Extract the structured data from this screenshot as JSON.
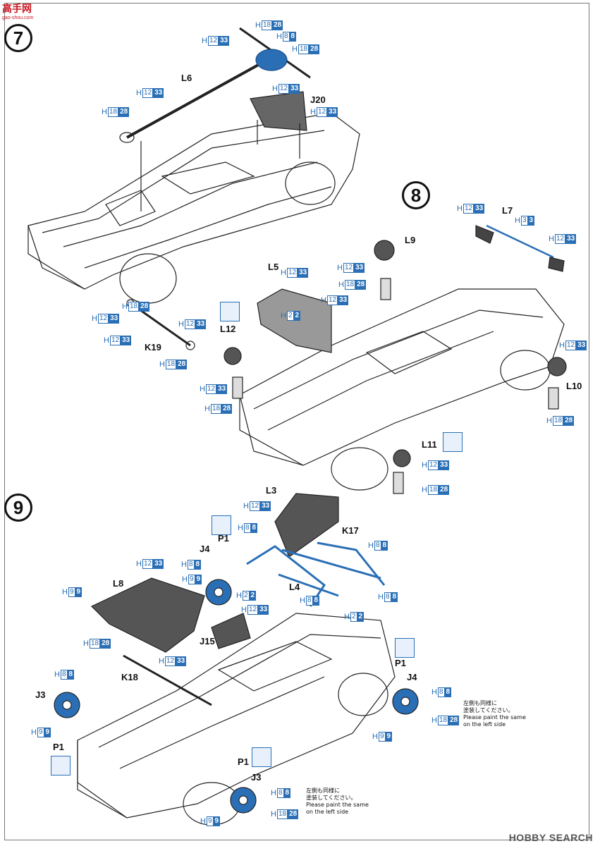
{
  "watermark": {
    "logo_text": "高手网",
    "logo_sub": "gao-shou.com",
    "hobby_search": "HOBBY SEARCH"
  },
  "steps": {
    "s7": "7",
    "s8": "8",
    "s9": "9"
  },
  "parts": {
    "L6": "L6",
    "J20": "J20",
    "K19": "K19",
    "L7": "L7",
    "L9": "L9",
    "L5": "L5",
    "L12": "L12",
    "L10": "L10",
    "L11": "L11",
    "L3": "L3",
    "K17": "K17",
    "J4a": "J4",
    "P1a": "P1",
    "L8": "L8",
    "L4": "L4",
    "J15": "J15",
    "K18": "K18",
    "J3a": "J3",
    "P1b": "P1",
    "P1c": "P1",
    "J4b": "J4",
    "P1d": "P1",
    "J3b": "J3"
  },
  "paint_codes": [
    {
      "h": "H",
      "a": "18",
      "b": "28"
    },
    {
      "h": "H",
      "a": "12",
      "b": "33"
    },
    {
      "h": "H",
      "a": "8",
      "b": "8"
    },
    {
      "h": "H",
      "a": "18",
      "b": "28"
    },
    {
      "h": "H",
      "a": "12",
      "b": "33"
    },
    {
      "h": "H",
      "a": "12",
      "b": "33"
    },
    {
      "h": "H",
      "a": "18",
      "b": "28"
    },
    {
      "h": "H",
      "a": "12",
      "b": "33"
    },
    {
      "h": "H",
      "a": "18",
      "b": "28"
    },
    {
      "h": "H",
      "a": "12",
      "b": "33"
    },
    {
      "h": "H",
      "a": "12",
      "b": "33"
    },
    {
      "h": "H",
      "a": "12",
      "b": "33"
    },
    {
      "h": "H",
      "a": "18",
      "b": "28"
    },
    {
      "h": "H",
      "a": "12",
      "b": "33"
    },
    {
      "h": "H",
      "a": "3",
      "b": "3"
    },
    {
      "h": "H",
      "a": "12",
      "b": "33"
    },
    {
      "h": "H",
      "a": "12",
      "b": "33"
    },
    {
      "h": "H",
      "a": "18",
      "b": "28"
    },
    {
      "h": "H",
      "a": "12",
      "b": "33"
    },
    {
      "h": "H",
      "a": "2",
      "b": "2"
    },
    {
      "h": "H",
      "a": "12",
      "b": "33"
    },
    {
      "h": "H",
      "a": "12",
      "b": "33"
    },
    {
      "h": "H",
      "a": "18",
      "b": "28"
    },
    {
      "h": "H",
      "a": "12",
      "b": "33"
    },
    {
      "h": "H",
      "a": "18",
      "b": "28"
    },
    {
      "h": "H",
      "a": "12",
      "b": "33"
    },
    {
      "h": "H",
      "a": "18",
      "b": "28"
    },
    {
      "h": "H",
      "a": "12",
      "b": "33"
    },
    {
      "h": "H",
      "a": "8",
      "b": "8"
    },
    {
      "h": "H",
      "a": "8",
      "b": "8"
    },
    {
      "h": "H",
      "a": "8",
      "b": "8"
    },
    {
      "h": "H",
      "a": "12",
      "b": "33"
    },
    {
      "h": "H",
      "a": "9",
      "b": "9"
    },
    {
      "h": "H",
      "a": "9",
      "b": "9"
    },
    {
      "h": "H",
      "a": "2",
      "b": "2"
    },
    {
      "h": "H",
      "a": "8",
      "b": "8"
    },
    {
      "h": "H",
      "a": "12",
      "b": "33"
    },
    {
      "h": "H",
      "a": "2",
      "b": "2"
    },
    {
      "h": "H",
      "a": "8",
      "b": "8"
    },
    {
      "h": "H",
      "a": "18",
      "b": "28"
    },
    {
      "h": "H",
      "a": "12",
      "b": "33"
    },
    {
      "h": "H",
      "a": "8",
      "b": "8"
    },
    {
      "h": "H",
      "a": "9",
      "b": "9"
    },
    {
      "h": "H",
      "a": "8",
      "b": "8"
    },
    {
      "h": "H",
      "a": "18",
      "b": "28"
    },
    {
      "h": "H",
      "a": "9",
      "b": "9"
    },
    {
      "h": "H",
      "a": "8",
      "b": "8"
    },
    {
      "h": "H",
      "a": "18",
      "b": "28"
    },
    {
      "h": "H",
      "a": "9",
      "b": "9"
    }
  ],
  "notes": {
    "note1": "左側も同様に\n塗装してください。\nPlease paint the same\non the left side",
    "note2": "左側も同様に\n塗装してください。\nPlease paint the same\non the left side"
  }
}
